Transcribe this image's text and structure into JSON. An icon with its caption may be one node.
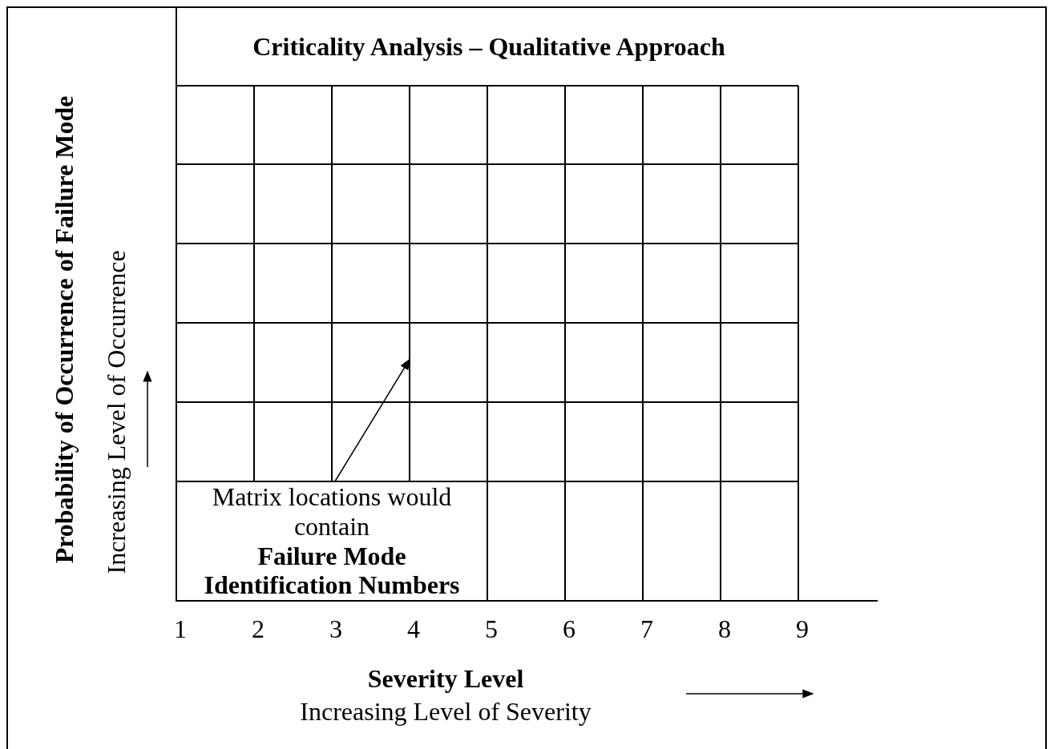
{
  "diagram": {
    "title": "Criticality Analysis – Qualitative Approach",
    "nodes": [
      {
        "text": [
          "Matrix locations would contain",
          "Failure Mode Identification Numbers"
        ]
      },
      {
        "text": [],
        "shape": "box"
      }
    ],
    "edges": [
      {
        "from": 0,
        "to": 1,
        "arrow": "to"
      }
    ],
    "labels": [
      "Probability of Occurrence of Failure Mode",
      "Increasing Level of Occurrence",
      "1",
      "2",
      "3",
      "4",
      "5",
      "6",
      "7",
      "8",
      "9",
      "Severity Level",
      "Increasing Level of Severity"
    ]
  }
}
